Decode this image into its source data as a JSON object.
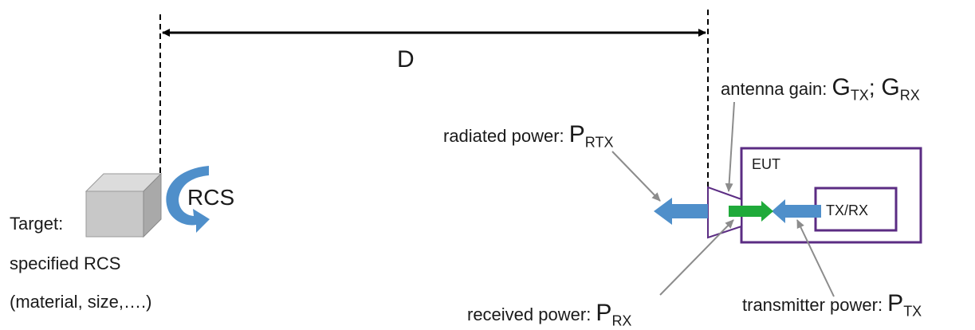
{
  "distance_label": "D",
  "rcs_label": "RCS",
  "target": {
    "line1": "Target:",
    "line2": "specified RCS",
    "line3": "(material, size,….)"
  },
  "eut": {
    "box_label": "EUT",
    "txrx_label": "TX/RX"
  },
  "antenna_gain": {
    "prefix": "antenna  gain: ",
    "g1": "G",
    "g1_sub": "TX",
    "sep": ";  ",
    "g2": "G",
    "g2_sub": "RX"
  },
  "radiated_power": {
    "prefix": "radiated power: ",
    "symbol": "P",
    "sub": "RTX"
  },
  "received_power": {
    "prefix": "received power: ",
    "symbol": "P",
    "sub": "RX"
  },
  "transmitter_power": {
    "prefix": "transmitter power: ",
    "symbol": "P",
    "sub": "TX"
  },
  "colors": {
    "line": "#000000",
    "eut_border": "#5b2c83",
    "arrow_blue": "#4f8fca",
    "arrow_green": "#1faa3a",
    "pointer_gray": "#8c8c8c",
    "cube_face": "#c8c8c8",
    "cube_top": "#dcdcdc",
    "cube_side": "#a9a9a9"
  }
}
